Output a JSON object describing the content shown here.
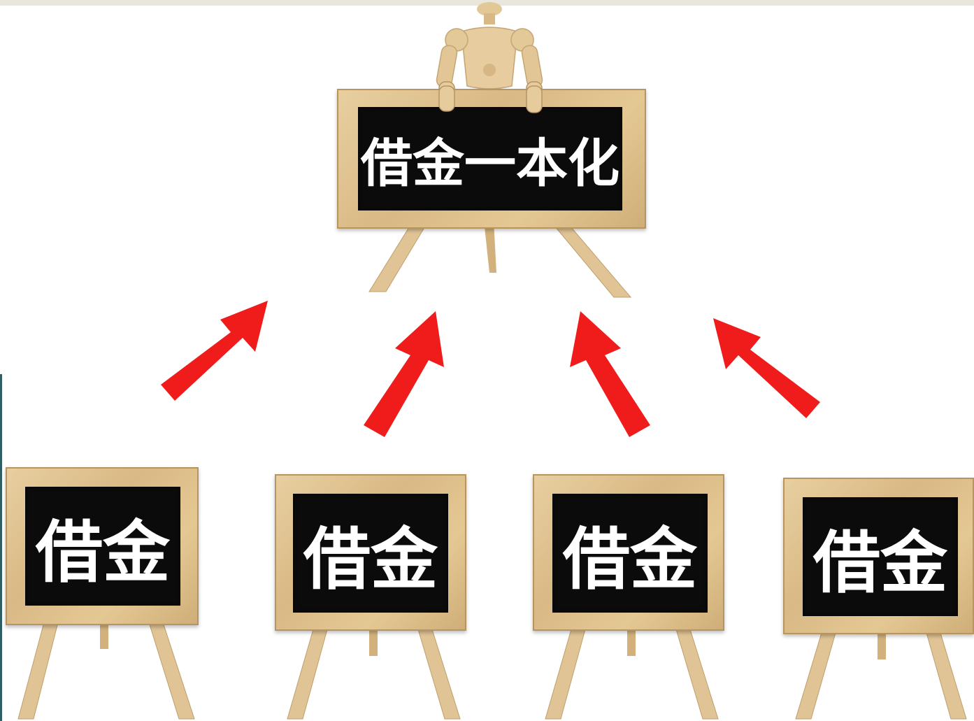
{
  "top_sign": {
    "text": "借金一本化"
  },
  "bottom_signs": [
    {
      "text": "借金"
    },
    {
      "text": "借金"
    },
    {
      "text": "借金"
    },
    {
      "text": "借金"
    }
  ],
  "colors": {
    "arrow": "#f01b1b",
    "board": "#0b0b0b",
    "wood": "#dcc08e",
    "text": "#ffffff"
  },
  "icons": [
    "wooden-mannequin-icon",
    "up-arrow-icon"
  ]
}
